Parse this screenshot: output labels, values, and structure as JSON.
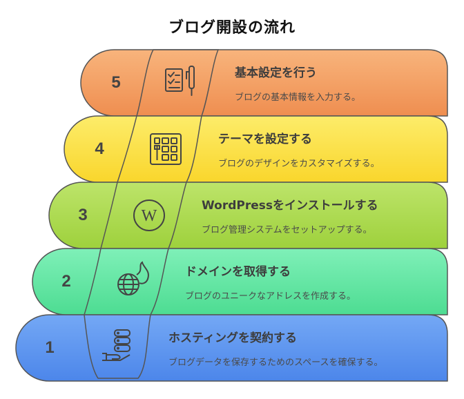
{
  "title": "ブログ開設の流れ",
  "steps": [
    {
      "number": "5",
      "title": "基本設定を行う",
      "description": "ブログの基本情報を入力する。",
      "icon": "checklist-pen-icon",
      "color": "#f4a56b"
    },
    {
      "number": "4",
      "title": "テーマを設定する",
      "description": "ブログのデザインをカスタマイズする。",
      "icon": "theme-grid-icon",
      "color": "#fde54a"
    },
    {
      "number": "3",
      "title": "WordPressをインストールする",
      "description": "ブログ管理システムをセットアップする。",
      "icon": "wordpress-icon",
      "color": "#aedc4f"
    },
    {
      "number": "2",
      "title": "ドメインを取得する",
      "description": "ブログのユニークなアドレスを作成する。",
      "icon": "globe-icon",
      "color": "#5fe6a0"
    },
    {
      "number": "1",
      "title": "ホスティングを契約する",
      "description": "ブログデータを保存するためのスペースを確保する。",
      "icon": "server-hand-icon",
      "color": "#5b93ef"
    }
  ]
}
